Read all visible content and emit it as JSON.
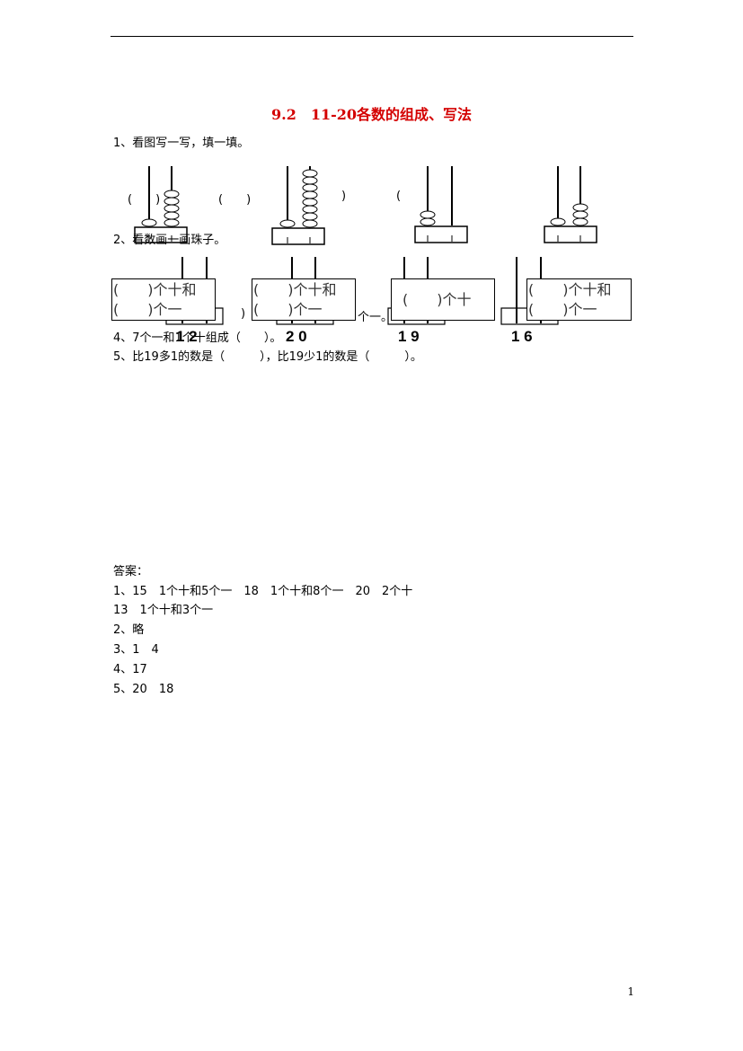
{
  "title": "9.2　11-20各数的组成、写法",
  "q1": {
    "heading": "1、看图写一写，填一填。",
    "blanks": [
      "(　　)",
      "(　　)",
      ")",
      "("
    ],
    "abacus_beads": [
      {
        "tens": 1,
        "ones": 5
      },
      {
        "tens": 1,
        "ones": 8
      },
      {
        "tens": 2,
        "ones": 0
      },
      {
        "tens": 1,
        "ones": 3
      }
    ]
  },
  "q2": {
    "heading": "2、看数画一画珠子。",
    "numbers": [
      "1 2",
      "2 0",
      "1 9",
      "1 6"
    ]
  },
  "boxes": [
    {
      "line1": "(　　)个十和",
      "line2": "(　　)个一"
    },
    {
      "line1": "(　　)个十和",
      "line2": "(　　)个一"
    },
    {
      "line1": "(　　)个十"
    },
    {
      "line1": "(　　)个十和",
      "line2": "(　　)个一"
    }
  ],
  "q3_fragments": [
    ")",
    "个一。"
  ],
  "q4": "4、7个一和1个十组成（　　）。",
  "q5": "5、比19多1的数是（　　　），比19少1的数是（　　　）。",
  "answers": {
    "heading": "答案：",
    "lines": [
      "1、15　1个十和5个一　18　1个十和8个一　20　2个十",
      "13　1个十和3个一",
      "2、略",
      "3、1　4",
      "4、17",
      "5、20　18"
    ]
  },
  "page_number": "1"
}
